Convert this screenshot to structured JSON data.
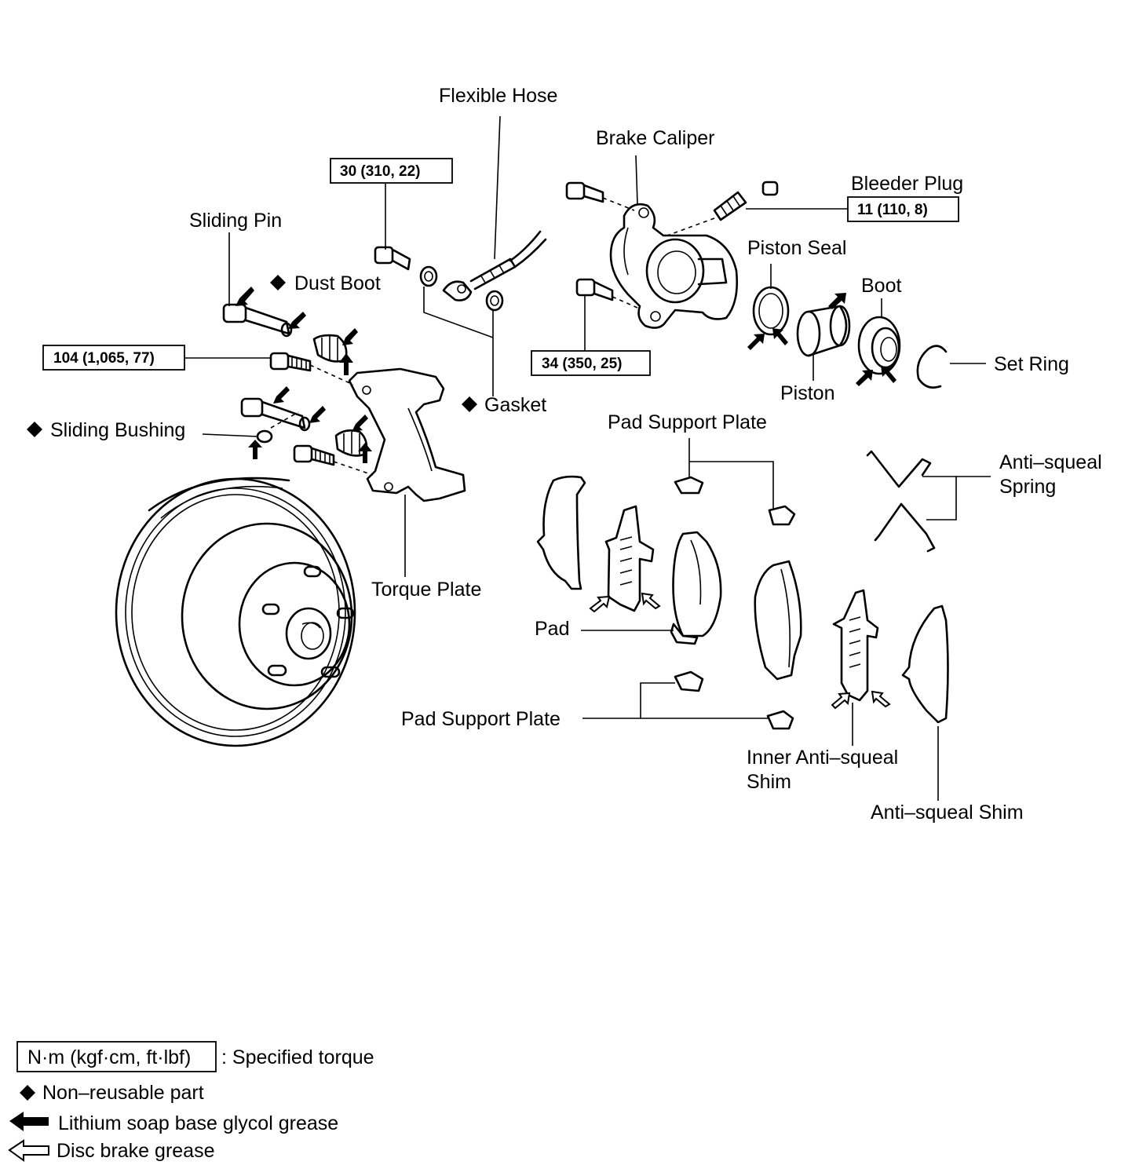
{
  "parts": {
    "flexible_hose": "Flexible Hose",
    "brake_caliper": "Brake Caliper",
    "bleeder_plug": "Bleeder Plug",
    "sliding_pin": "Sliding Pin",
    "dust_boot": "Dust Boot",
    "piston_seal": "Piston Seal",
    "boot": "Boot",
    "set_ring": "Set Ring",
    "piston": "Piston",
    "gasket": "Gasket",
    "sliding_bushing": "Sliding Bushing",
    "pad_support_plate_top": "Pad Support Plate",
    "anti_squeal_spring_l1": "Anti–squeal",
    "anti_squeal_spring_l2": "Spring",
    "torque_plate": "Torque Plate",
    "pad": "Pad",
    "pad_support_plate_bottom": "Pad Support Plate",
    "inner_anti_squeal_shim_l1": "Inner Anti–squeal",
    "inner_anti_squeal_shim_l2": "Shim",
    "anti_squeal_shim": "Anti–squeal Shim"
  },
  "torques": {
    "hose_bolt": "30 (310, 22)",
    "bleeder_plug": "11 (110, 8)",
    "sliding_pin_bolt": "104 (1,065, 77)",
    "caliper_bolt": "34 (350, 25)"
  },
  "legend": {
    "unit_box": "N·m (kgf·cm, ft·lbf)",
    "unit_desc": ": Specified torque",
    "non_reusable": "Non–reusable part",
    "lithium_grease": "Lithium soap base glycol grease",
    "disc_grease": "Disc brake grease"
  },
  "symbols": {
    "non_reusable": "diamond-icon",
    "lithium_grease": "filled-arrow-icon",
    "disc_grease": "hollow-arrow-icon"
  }
}
